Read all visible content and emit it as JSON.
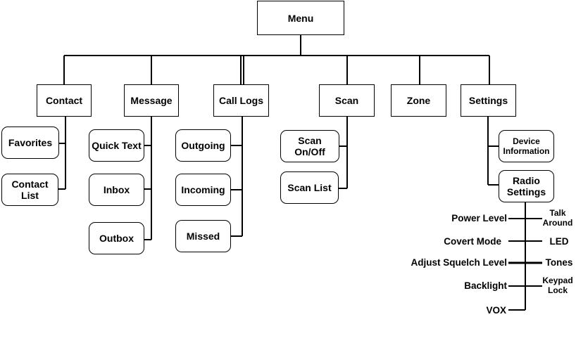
{
  "root": {
    "label": "Menu"
  },
  "categories": {
    "contact": {
      "label": "Contact",
      "items": [
        "Favorites",
        "Contact\nList"
      ]
    },
    "message": {
      "label": "Message",
      "items": [
        "Quick Text",
        "Inbox",
        "Outbox"
      ]
    },
    "call_logs": {
      "label": "Call Logs",
      "items": [
        "Outgoing",
        "Incoming",
        "Missed"
      ]
    },
    "scan": {
      "label": "Scan",
      "items": [
        "Scan\nOn/Off",
        "Scan List"
      ]
    },
    "zone": {
      "label": "Zone"
    },
    "settings": {
      "label": "Settings",
      "items": [
        "Device\nInformation",
        "Radio\nSettings"
      ]
    }
  },
  "radio_settings": {
    "left": [
      "Power Level",
      "Covert Mode",
      "Adjust Squelch Level",
      "Backlight",
      "VOX"
    ],
    "right": [
      "Talk\nAround",
      "LED",
      "Tones",
      "Keypad\nLock"
    ]
  }
}
